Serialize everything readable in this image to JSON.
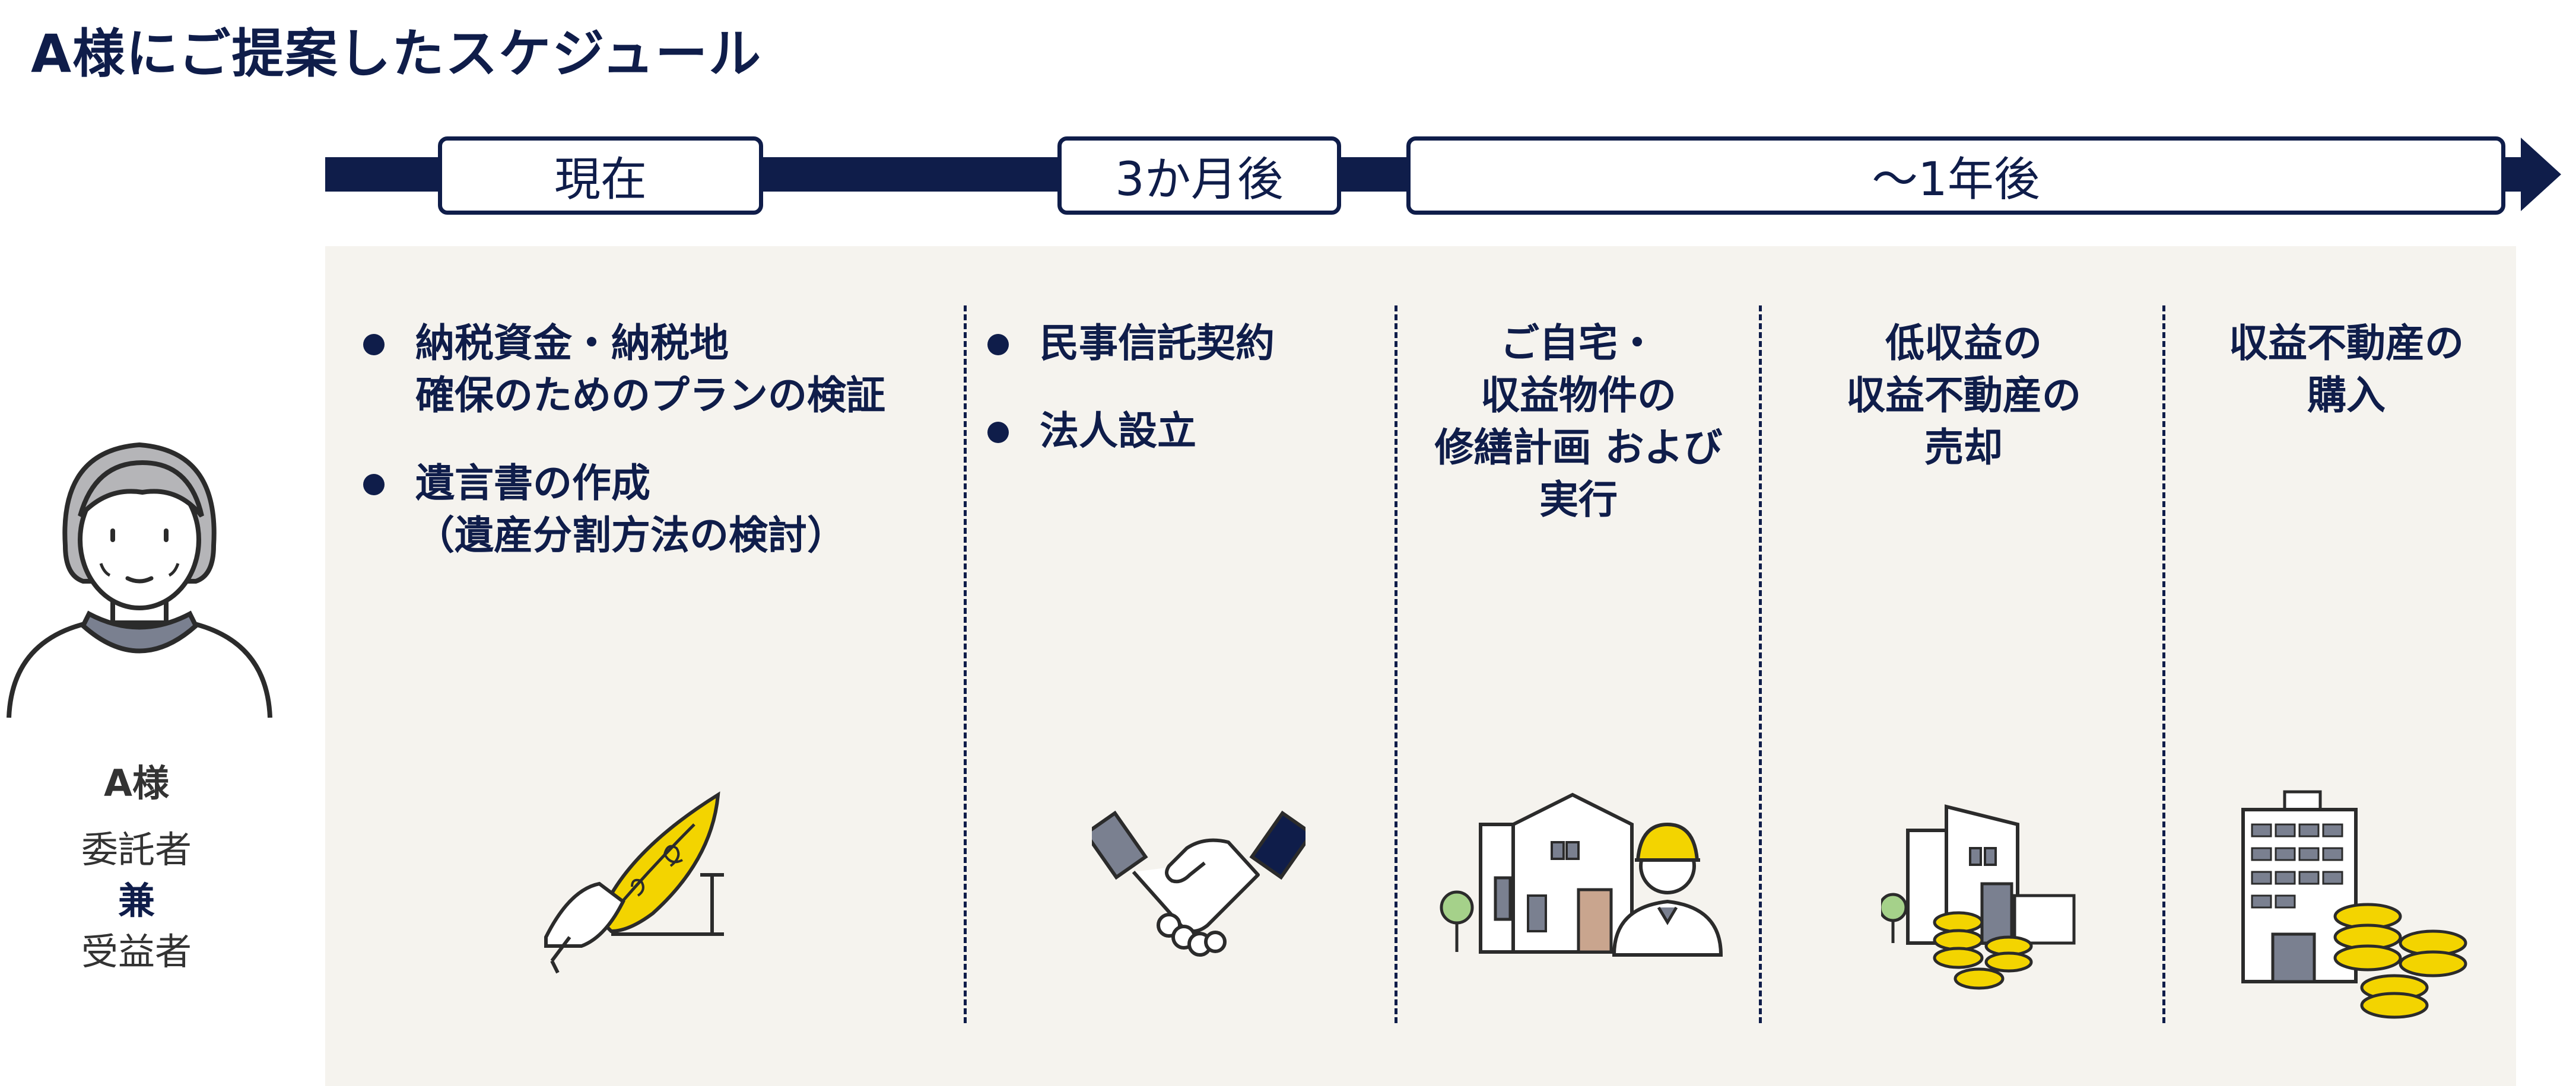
{
  "title": "A様にご提案したスケジュール",
  "timeline": {
    "periods": [
      "現在",
      "3か月後",
      "～1年後"
    ]
  },
  "person": {
    "name": "A様",
    "role_line1": "委託者",
    "role_line2": "兼",
    "role_line3": "受益者"
  },
  "columns": {
    "now": {
      "bullets": [
        [
          "納税資金・納税地",
          "確保のためのプランの検証"
        ],
        [
          "遺言書の作成",
          "（遺産分割方法の検討）"
        ]
      ]
    },
    "three_months": {
      "bullets": [
        "民事信託契約",
        "法人設立"
      ]
    },
    "year_1": [
      "ご自宅・",
      "収益物件の",
      "修繕計画 および",
      "実行"
    ],
    "year_2": [
      "低収益の",
      "収益不動産の",
      "売却"
    ],
    "year_3": [
      "収益不動産の",
      "購入"
    ]
  },
  "icons": {
    "pen": "quill-pen-icon",
    "handshake": "handshake-icon",
    "house_worker": "house-repair-worker-icon",
    "house_coins": "house-sale-coins-icon",
    "building_coins": "building-purchase-coins-icon"
  },
  "colors": {
    "navy": "#0f1d4a",
    "panel": "#f5f3ee",
    "accent_yellow": "#f3d400",
    "gray": "#7a8090"
  }
}
